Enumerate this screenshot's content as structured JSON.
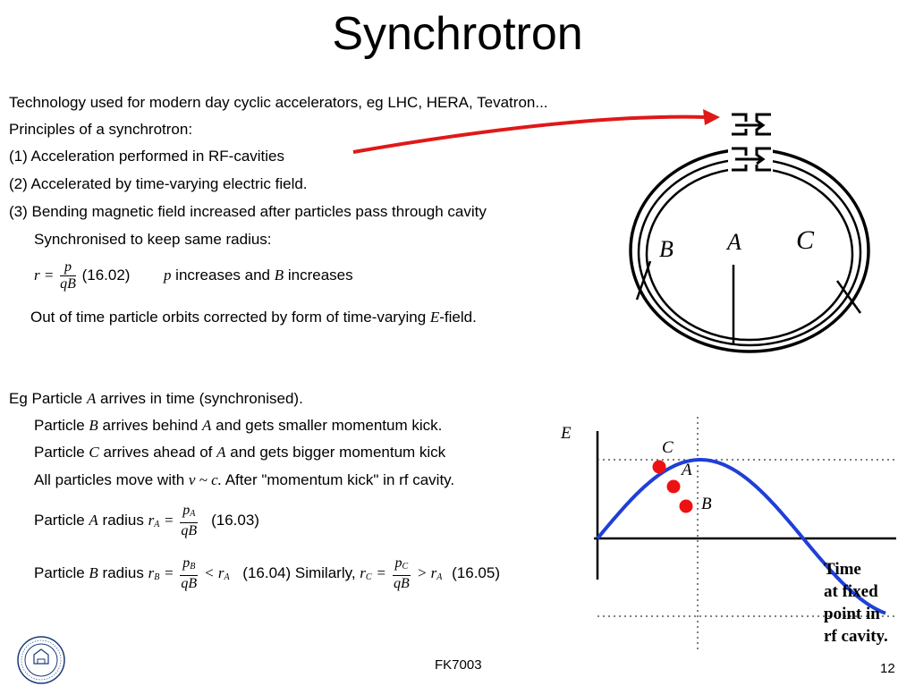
{
  "slide": {
    "title": "Synchrotron",
    "footer_center": "FK7003",
    "page_number": "12"
  },
  "text": {
    "l1": "Technology used for modern day cyclic accelerators, eg LHC, HERA, Tevatron...",
    "l2": "Principles of a synchrotron:",
    "l3": "(1) Acceleration performed in RF-cavities",
    "l4": "(2) Accelerated by time-varying electric field.",
    "l5": "(3) Bending magnetic field increased after particles pass through cavity",
    "l6": "Synchronised to keep same radius:",
    "eq1_lhs": "r =",
    "eq1_num": "p",
    "eq1_den": "qB",
    "eq1_tag": "(16.02)",
    "eq1_p": "p",
    "eq1_mid": " increases and ",
    "eq1_B": "B",
    "eq1_end": " increases",
    "l8_a": "Out of time particle orbits corrected by form of time-varying ",
    "l8_E": "E",
    "l8_b": "-field.",
    "l9_a": "Eg Particle ",
    "l9_A": "A",
    "l9_b": " arrives in time (synchronised).",
    "l10_a": "Particle ",
    "l10_B": "B",
    "l10_b": " arrives behind ",
    "l10_A": "A",
    "l10_c": " and gets smaller momentum kick.",
    "l11_a": "Particle ",
    "l11_C": "C",
    "l11_b": " arrives ahead of  ",
    "l11_A": "A",
    "l11_c": " and gets bigger momentum kick",
    "l12_a": "All particles move with ",
    "l12_v": "v ~ c.",
    "l12_b": " After \"momentum kick\" in rf cavity.",
    "l13_a": "Particle ",
    "l13_A": "A",
    "l13_b": " radius ",
    "eq3_lhs_r": "r",
    "eq3_lhs_sub": "A",
    "eq3_eq": "=",
    "eq3_num_p": "p",
    "eq3_num_sub": "A",
    "eq3_den": "qB",
    "eq3_tag": "(16.03)",
    "l14_a": "Particle ",
    "l14_B": "B",
    "l14_b": " radius ",
    "eq4_lhs_r": "r",
    "eq4_lhs_sub": "B",
    "eq4_eq": "=",
    "eq4_num_p": "p",
    "eq4_num_sub": "B",
    "eq4_den": "qB",
    "eq4_lt": "< r",
    "eq4_lt_sub": "A",
    "eq4_tag": "(16.04) Similarly, ",
    "eq5_lhs_r": "r",
    "eq5_lhs_sub": "C",
    "eq5_eq": "=",
    "eq5_num_p": "p",
    "eq5_num_sub": "C",
    "eq5_den": "qB",
    "eq5_gt": "> r",
    "eq5_gt_sub": "A",
    "eq5_tag": "(16.05)"
  },
  "ring_figure": {
    "label_B": "B",
    "label_A": "A",
    "label_C": "C"
  },
  "wave_figure": {
    "axis_label": "E",
    "label_C": "C",
    "label_A": "A",
    "label_B": "B",
    "note_lines": [
      "Time",
      "at fixed",
      "point in",
      "rf cavity."
    ],
    "wave_color": "#1f3fd6",
    "dot_color": "#ee1111"
  },
  "arrow": {
    "color": "#e01818"
  }
}
